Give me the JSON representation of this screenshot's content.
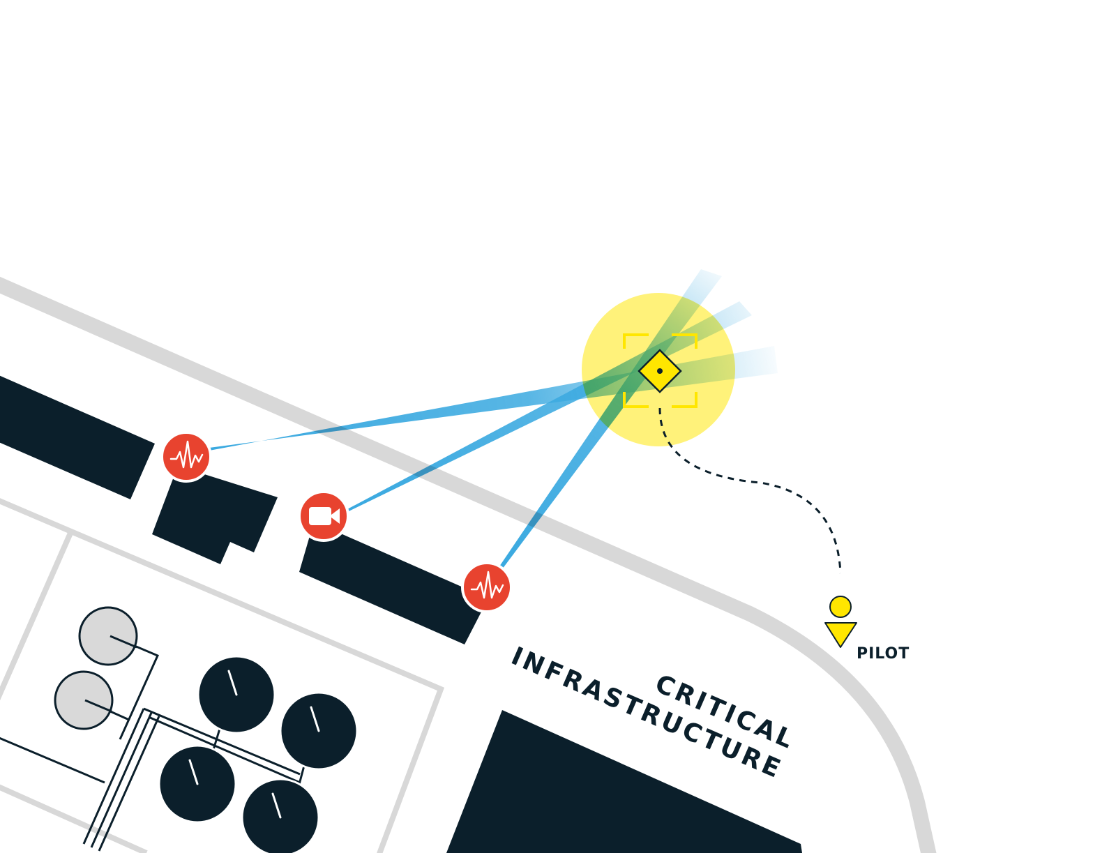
{
  "labels": {
    "pilot": "PILOT",
    "area_line1": "CRITICAL",
    "area_line2": "INFRASTRUCTURE"
  },
  "icons": {
    "sensor": "waveform-icon",
    "camera": "video-camera-icon",
    "drone": "drone-diamond-icon",
    "pilot": "pilot-person-icon"
  },
  "colors": {
    "building": "#0b1f2b",
    "road": "#d8d8d8",
    "sensor_red": "#e8432f",
    "beam_blue": "#3aa9e0",
    "drone_yellow": "#fff27a",
    "target_yellow": "#ffe600",
    "tank_light": "#d9d9d9"
  }
}
